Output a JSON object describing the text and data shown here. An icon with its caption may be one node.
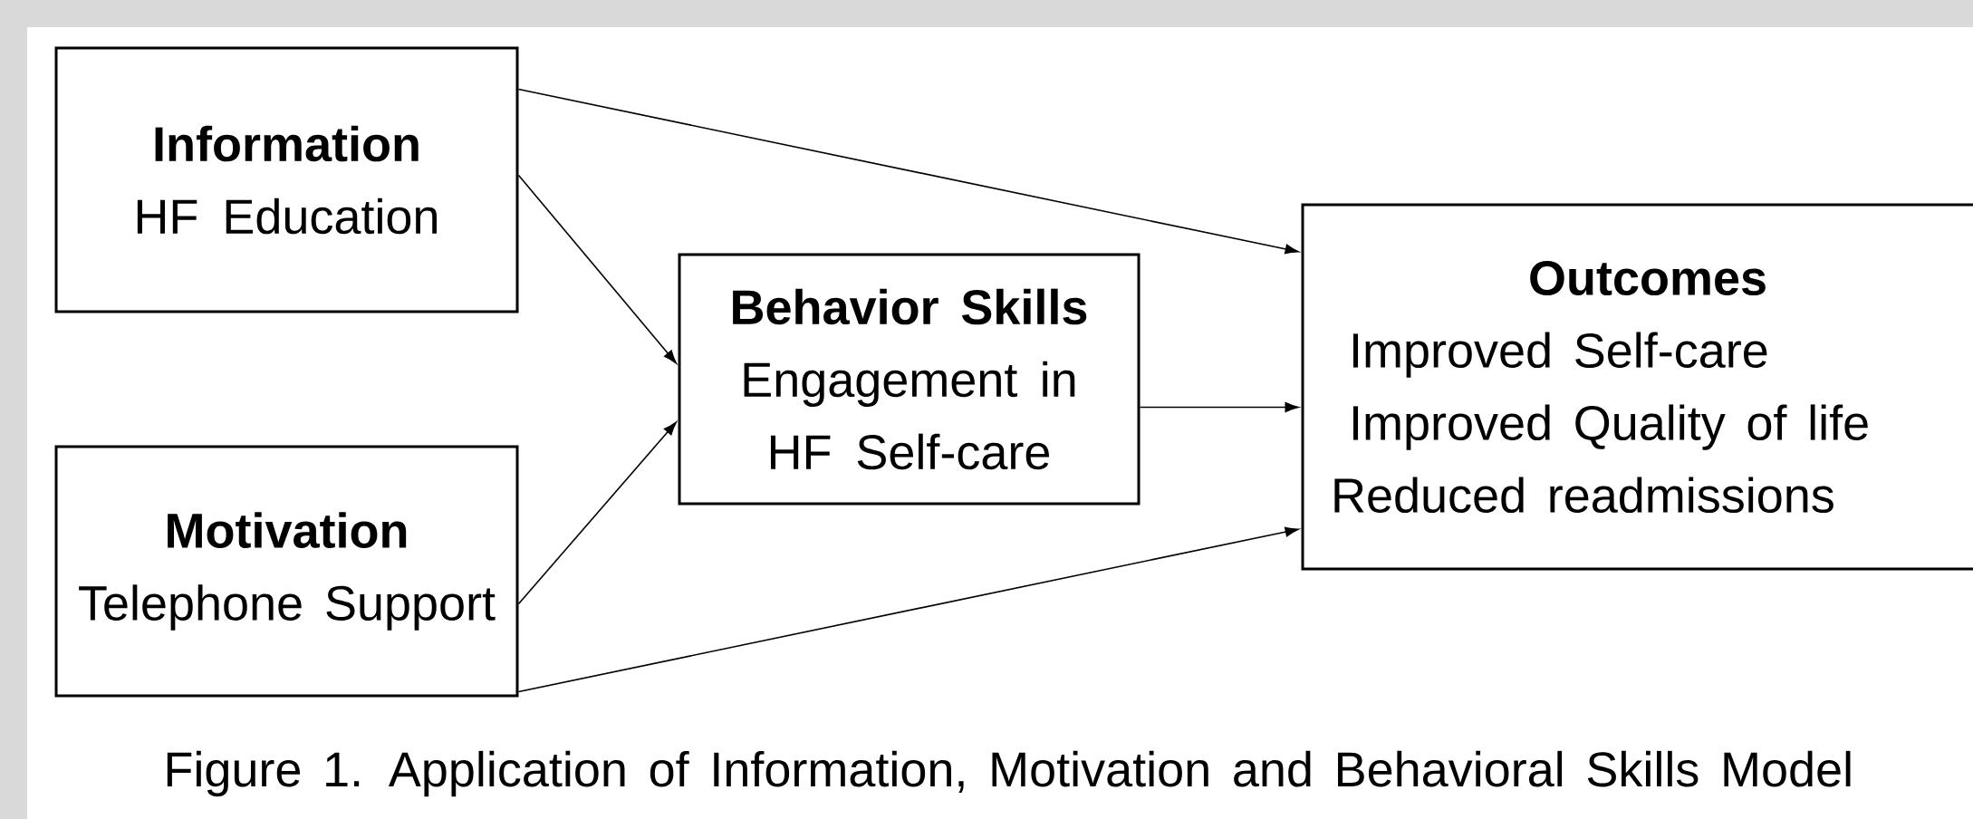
{
  "diagram": {
    "caption": "Figure 1. Application of Information, Motivation and Behavioral Skills Model",
    "nodes": [
      {
        "text": [
          "Information",
          "HF Education"
        ]
      },
      {
        "text": [
          "Motivation",
          "Telephone Support"
        ]
      },
      {
        "text": [
          "Behavior Skills",
          "Engagement in HF Self-care"
        ]
      },
      {
        "text": [
          "Outcomes",
          "Improved Self-care",
          "Improved Quality of life",
          "Reduced readmissions"
        ]
      }
    ],
    "edges": [
      {
        "from": 0,
        "to": 3,
        "arrow": "to"
      },
      {
        "from": 0,
        "to": 2,
        "arrow": "to"
      },
      {
        "from": 1,
        "to": 2,
        "arrow": "to"
      },
      {
        "from": 1,
        "to": 3,
        "arrow": "to"
      },
      {
        "from": 2,
        "to": 3,
        "arrow": "to"
      }
    ]
  }
}
